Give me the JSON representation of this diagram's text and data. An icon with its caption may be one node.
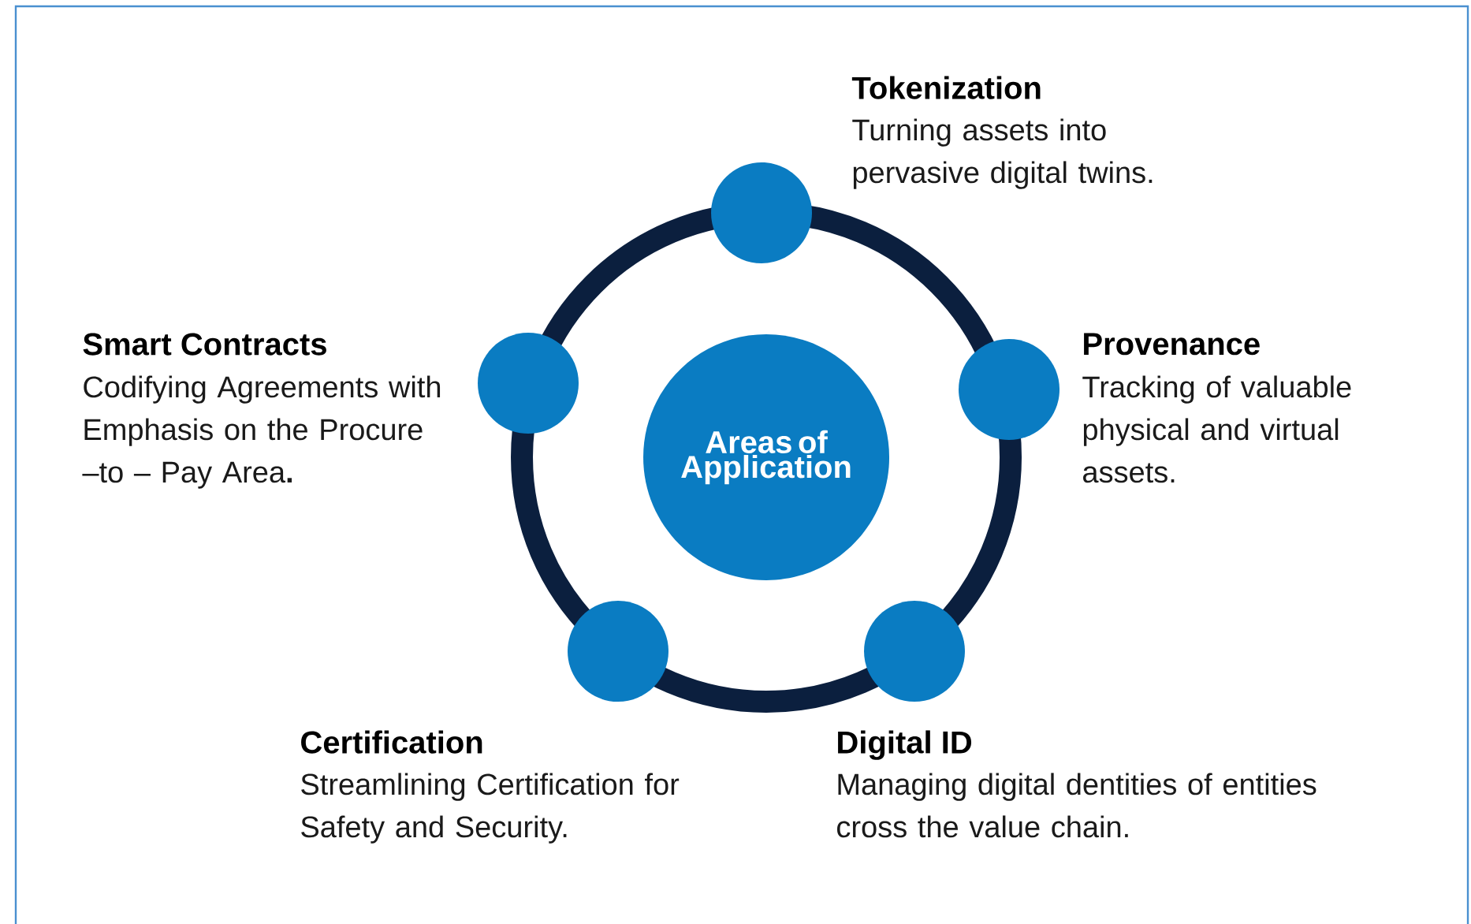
{
  "diagram": {
    "nodes": [
      {
        "text": [
          "Areas of Application"
        ]
      },
      {
        "text": [],
        "shape": "circle",
        "beside": [
          "Tokenization",
          "Turning assets into pervasive digital twins."
        ]
      },
      {
        "text": [],
        "shape": "circle",
        "beside": [
          "Provenance",
          "Tracking of valuable physical and virtual assets."
        ]
      },
      {
        "text": [],
        "shape": "circle",
        "beside": [
          "Digital ID",
          "Managing digital dentities of entities cross the value chain."
        ]
      },
      {
        "text": [],
        "shape": "circle",
        "beside": [
          "Certification",
          "Streamlining Certification for Safety and Security."
        ]
      },
      {
        "text": [],
        "shape": "circle",
        "beside": [
          "Smart Contracts",
          "Codifying Agreements with Emphasis on the Procure –to – Pay Area**.**"
        ]
      }
    ]
  }
}
